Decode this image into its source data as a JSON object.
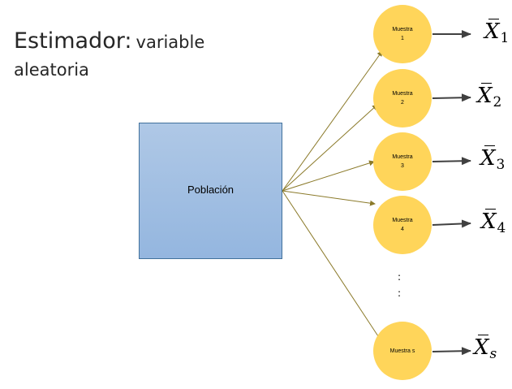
{
  "title": {
    "main": "Estimador:",
    "rest": "variable aleatoria"
  },
  "population": {
    "label": "Población"
  },
  "samples": [
    {
      "line1": "Muestra",
      "line2": "1",
      "estimator": "X",
      "subscript": "1"
    },
    {
      "line1": "Muestra",
      "line2": "2",
      "estimator": "X",
      "subscript": "2"
    },
    {
      "line1": "Muestra",
      "line2": "3",
      "estimator": "X",
      "subscript": "3"
    },
    {
      "line1": "Muestra",
      "line2": "4",
      "estimator": "X",
      "subscript": "4"
    },
    {
      "line1": "Muestra s",
      "line2": "",
      "estimator": "X",
      "subscript": "s"
    }
  ],
  "ellipsis": {
    "dot1": ":",
    "dot2": ":"
  },
  "colors": {
    "population_fill": "#9dbde2",
    "population_border": "#41719c",
    "sample_fill": "#ffd55a",
    "connector": "#8b7a2a",
    "arrow": "#404040"
  }
}
